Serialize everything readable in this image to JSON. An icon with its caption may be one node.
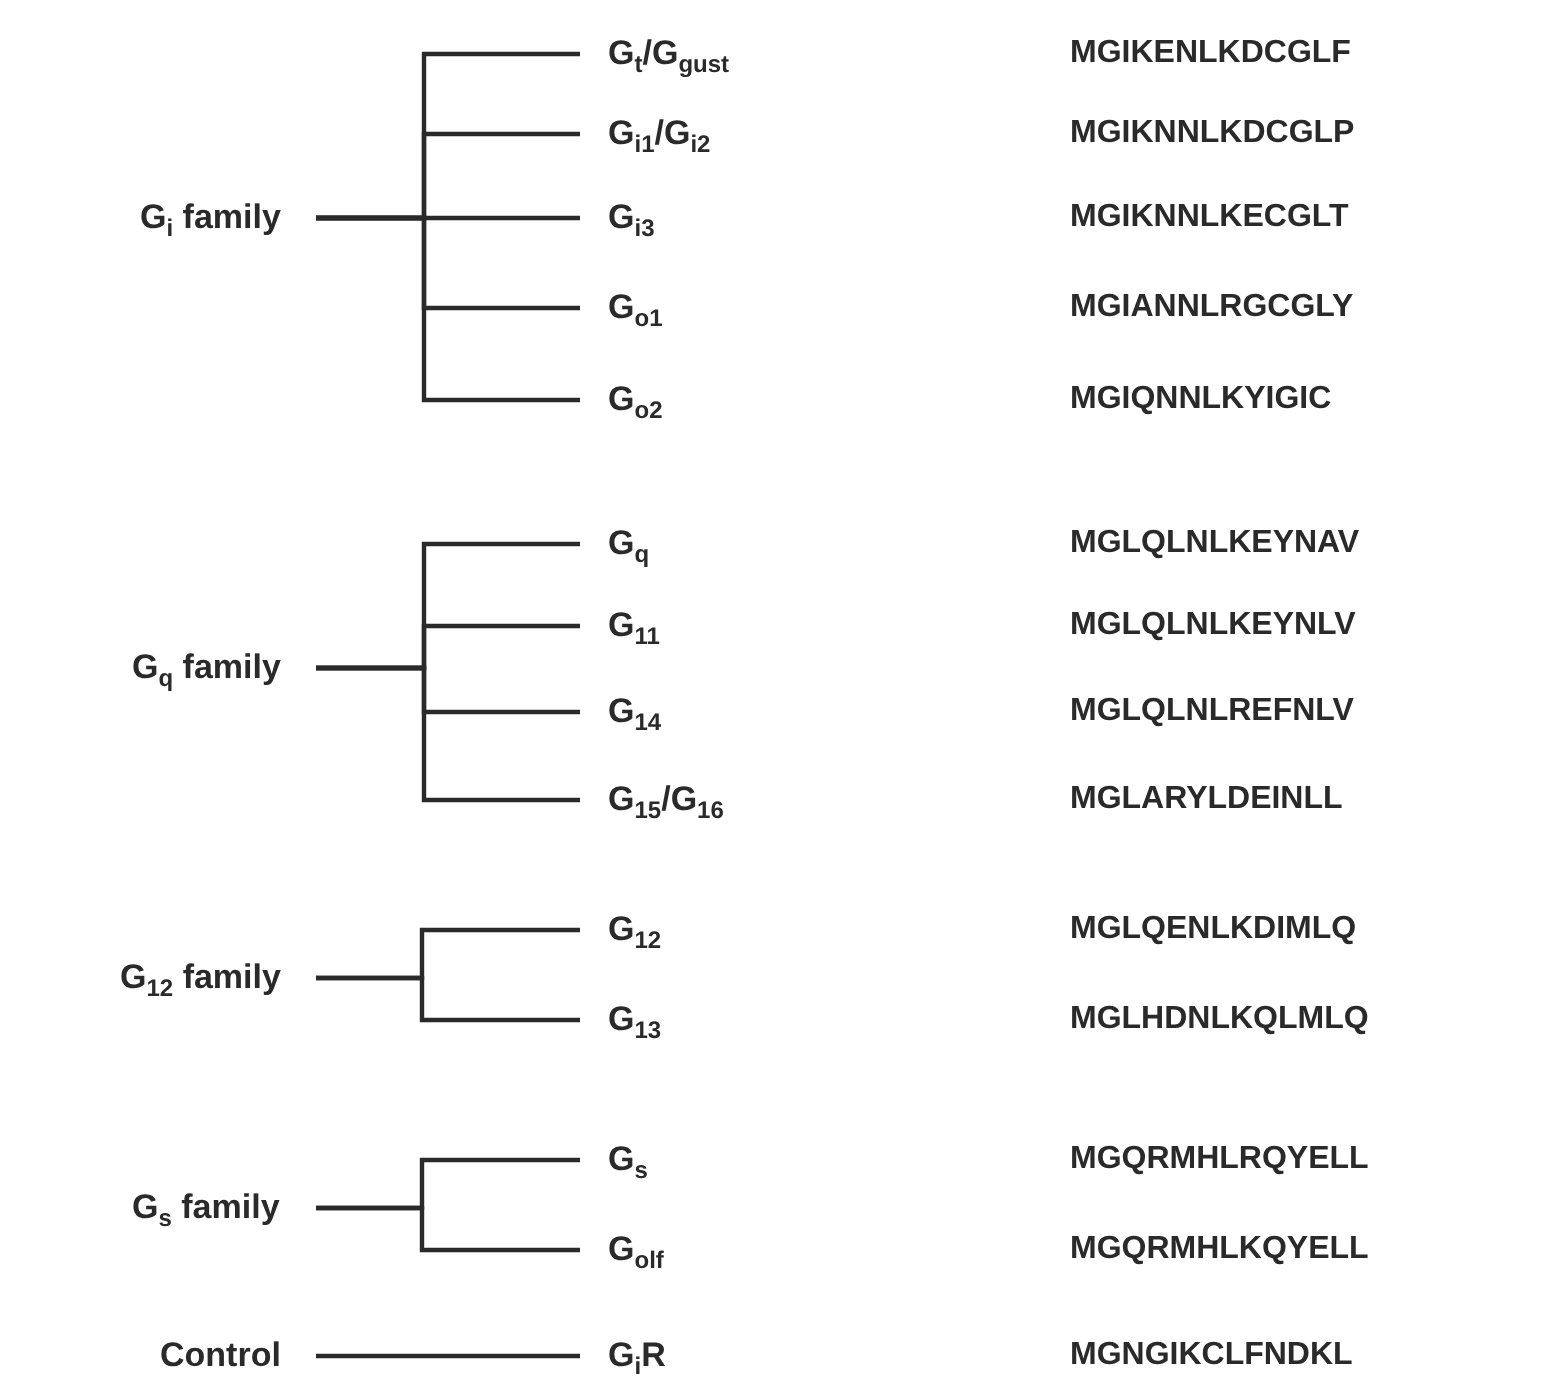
{
  "diagram": {
    "nodes": [
      {
        "text": [
          "G$_{i}$ family"
        ]
      },
      {
        "text": [
          "G$_{t}$/G$_{gust}$"
        ]
      },
      {
        "text": [
          "G$_{i1}$/G$_{i2}$"
        ]
      },
      {
        "text": [
          "G$_{i3}$"
        ]
      },
      {
        "text": [
          "G$_{o1}$"
        ]
      },
      {
        "text": [
          "G$_{o2}$"
        ]
      },
      {
        "text": [
          "G$_{q}$ family"
        ]
      },
      {
        "text": [
          "G$_{q}$"
        ]
      },
      {
        "text": [
          "G$_{11}$"
        ]
      },
      {
        "text": [
          "G$_{14}$"
        ]
      },
      {
        "text": [
          "G$_{15}$/G$_{16}$"
        ]
      },
      {
        "text": [
          "G$_{12}$ family"
        ]
      },
      {
        "text": [
          "G$_{12}$"
        ]
      },
      {
        "text": [
          "G$_{13}$"
        ]
      },
      {
        "text": [
          "G$_{s}$ family"
        ]
      },
      {
        "text": [
          "G$_{s}$"
        ]
      },
      {
        "text": [
          "G$_{olf}$"
        ]
      },
      {
        "text": [
          "Control"
        ]
      },
      {
        "text": [
          "G$_{i}$R"
        ]
      }
    ],
    "edges": [
      {
        "from": 0,
        "to": 1,
        "arrow": "none"
      },
      {
        "from": 0,
        "to": 2,
        "arrow": "none"
      },
      {
        "from": 0,
        "to": 3,
        "arrow": "none"
      },
      {
        "from": 0,
        "to": 4,
        "arrow": "none"
      },
      {
        "from": 0,
        "to": 5,
        "arrow": "none"
      },
      {
        "from": 6,
        "to": 7,
        "arrow": "none"
      },
      {
        "from": 6,
        "to": 8,
        "arrow": "none"
      },
      {
        "from": 6,
        "to": 9,
        "arrow": "none"
      },
      {
        "from": 6,
        "to": 10,
        "arrow": "none"
      },
      {
        "from": 11,
        "to": 12,
        "arrow": "none"
      },
      {
        "from": 11,
        "to": 13,
        "arrow": "none"
      },
      {
        "from": 14,
        "to": 15,
        "arrow": "none"
      },
      {
        "from": 14,
        "to": 16,
        "arrow": "none"
      },
      {
        "from": 17,
        "to": 18,
        "arrow": "none"
      }
    ],
    "labels": [
      "MGIKENLKDCGLF",
      "MGIKNNLKDCGLP",
      "MGIKNNLKECGLT",
      "MGIANNLRGCGLY",
      "MGIQNNLKYIGIC",
      "MGLQLNLKEYNAV",
      "MGLQLNLKEYNLV",
      "MGLQLNLREFNLV",
      "MGLARYLDEINLL",
      "MGLQENLKDIMLQ",
      "MGLHDNLKQLMLQ",
      "MGQRMHLRQYELL",
      "MGQRMHLKQYELL",
      "MGNGIKCLFNDKL"
    ]
  }
}
